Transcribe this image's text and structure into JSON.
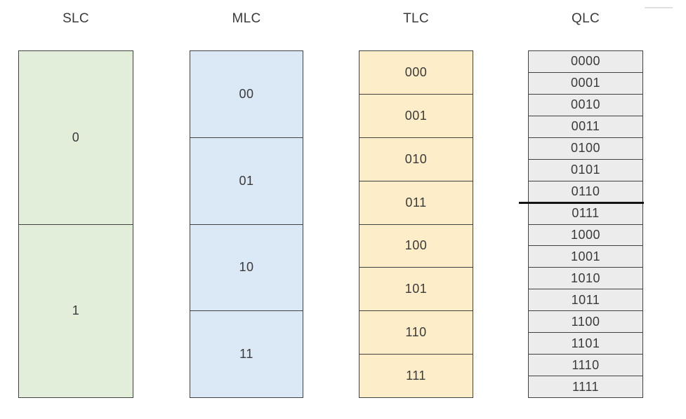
{
  "columns": [
    {
      "id": "slc",
      "title": "SLC",
      "fill": "#e3eeda",
      "cells": [
        "0",
        "1"
      ]
    },
    {
      "id": "mlc",
      "title": "MLC",
      "fill": "#dbe8f5",
      "cells": [
        "00",
        "01",
        "10",
        "11"
      ]
    },
    {
      "id": "tlc",
      "title": "TLC",
      "fill": "#fdeec9",
      "cells": [
        "000",
        "001",
        "010",
        "011",
        "100",
        "101",
        "110",
        "111"
      ]
    },
    {
      "id": "qlc",
      "title": "QLC",
      "fill": "#ececec",
      "cells": [
        "0000",
        "0001",
        "0010",
        "0011",
        "0100",
        "0101",
        "0110",
        "0111",
        "1000",
        "1001",
        "1010",
        "1011",
        "1100",
        "1101",
        "1110",
        "1111"
      ]
    }
  ],
  "annotations": {
    "qlc_threshold_line": {
      "description": "thick black divider between cells 0110 and 0111, overhanging the left edge",
      "color": "#141414"
    },
    "stray_line": {
      "description": "faint gray line fragment at top right",
      "color": "#e0e0e0"
    }
  },
  "colors": {
    "border": "#404040",
    "text": "#3a3a3a",
    "threshold": "#141414",
    "artifact": "#e0e0e0"
  }
}
